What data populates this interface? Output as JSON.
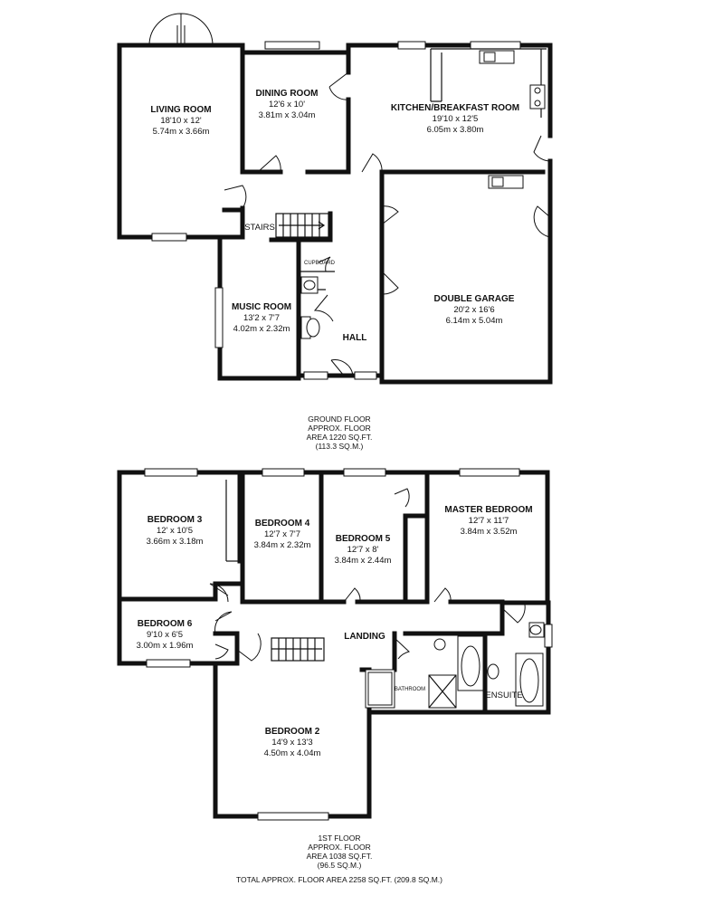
{
  "ground_floor": {
    "rooms": [
      {
        "id": "living-room",
        "name": "LIVING ROOM",
        "imperial": "18'10 x 12'",
        "metric": "5.74m x 3.66m"
      },
      {
        "id": "dining-room",
        "name": "DINING ROOM",
        "imperial": "12'6 x 10'",
        "metric": "3.81m x 3.04m"
      },
      {
        "id": "kitchen",
        "name": "KITCHEN/BREAKFAST ROOM",
        "imperial": "19'10 x 12'5",
        "metric": "6.05m x 3.80m"
      },
      {
        "id": "double-garage",
        "name": "DOUBLE GARAGE",
        "imperial": "20'2 x 16'6",
        "metric": "6.14m x 5.04m"
      },
      {
        "id": "music-room",
        "name": "MUSIC ROOM",
        "imperial": "13'2 x 7'7",
        "metric": "4.02m x 2.32m"
      }
    ],
    "labels": {
      "stairs": "STAIRS",
      "cupboard": "CUPBOARD",
      "hall": "HALL"
    },
    "summary": {
      "line1": "GROUND FLOOR",
      "line2": "APPROX. FLOOR",
      "line3": "AREA 1220 SQ.FT.",
      "line4": "(113.3 SQ.M.)"
    }
  },
  "first_floor": {
    "rooms": [
      {
        "id": "bedroom-3",
        "name": "BEDROOM 3",
        "imperial": "12' x 10'5",
        "metric": "3.66m x 3.18m"
      },
      {
        "id": "bedroom-4",
        "name": "BEDROOM 4",
        "imperial": "12'7 x 7'7",
        "metric": "3.84m x 2.32m"
      },
      {
        "id": "bedroom-5",
        "name": "BEDROOM 5",
        "imperial": "12'7 x 8'",
        "metric": "3.84m x 2.44m"
      },
      {
        "id": "master-bedroom",
        "name": "MASTER BEDROOM",
        "imperial": "12'7 x 11'7",
        "metric": "3.84m x 3.52m"
      },
      {
        "id": "bedroom-6",
        "name": "BEDROOM 6",
        "imperial": "9'10 x 6'5",
        "metric": "3.00m x 1.96m"
      },
      {
        "id": "bedroom-2",
        "name": "BEDROOM 2",
        "imperial": "14'9 x 13'3",
        "metric": "4.50m x 4.04m"
      }
    ],
    "labels": {
      "landing": "LANDING",
      "bathroom": "BATHROOM",
      "ensuite": "ENSUITE"
    },
    "summary": {
      "line1": "1ST FLOOR",
      "line2": "APPROX. FLOOR",
      "line3": "AREA 1038 SQ.FT.",
      "line4": "(96.5 SQ.M.)"
    }
  },
  "total": "TOTAL APPROX. FLOOR AREA 2258 SQ.FT. (209.8 SQ.M.)"
}
